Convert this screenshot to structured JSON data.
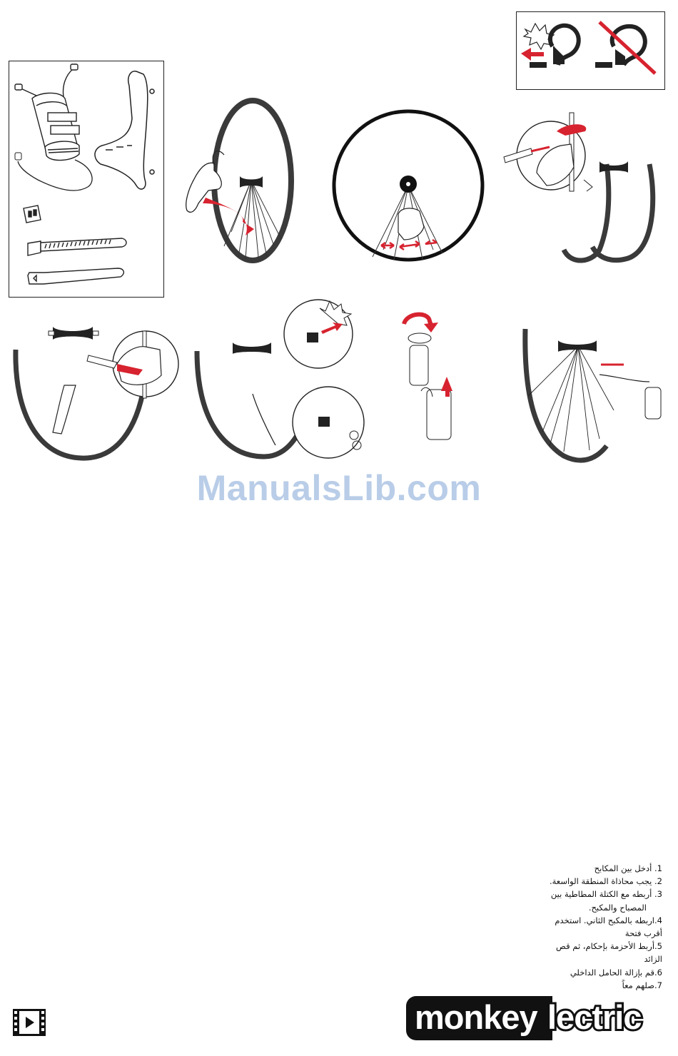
{
  "watermark": "ManualsLib.com",
  "instructions": [
    {
      "num": "1.",
      "text": " أدخل بين المكابح"
    },
    {
      "num": "2.",
      "text": " يجب محاذاة المنطقة الواسعة."
    },
    {
      "num": "3.",
      "text": " أربطه مع الكتلة المطاطية بين"
    },
    {
      "num": "",
      "text": "المصباح والمكبح."
    },
    {
      "num": "4.",
      "text": "اربطه بالمكبح الثاني. استخدم"
    },
    {
      "num": "",
      "text": "أقرب فتحة"
    },
    {
      "num": "5.",
      "text": "أربط الأحزمة بإحكام، ثم قص"
    },
    {
      "num": "",
      "text": "الزائد"
    },
    {
      "num": "6.",
      "text": "قم بإزالة الحامل الداخلي"
    },
    {
      "num": "7.",
      "text": "صلهم معاً"
    }
  ],
  "logo": {
    "part1": "monkey",
    "part2": "lectric"
  },
  "icons": [
    "video-film-icon",
    "zip-tie-warning-icon"
  ],
  "colors": {
    "accent_red": "#d7232f",
    "ink": "#111111",
    "tire": "#3a3a3a",
    "watermark": "#b9cde8"
  }
}
